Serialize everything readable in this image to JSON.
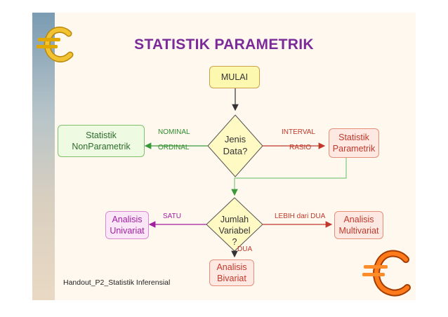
{
  "title": "STATISTIK PARAMETRIK",
  "footer": "Handout_P2_Statistik Inferensial",
  "nodes": {
    "start": "MULAI",
    "decision1": "Jenis\nData?",
    "nonparametric": "Statistik\nNonParametrik",
    "parametric": "Statistik\nParametrik",
    "decision2": "Jumlah\nVariabel\n?",
    "univariate": "Analisis\nUnivariat",
    "multivariate": "Analisis\nMultivariat",
    "bivariate": "Analisis\nBivariat"
  },
  "edge_labels": {
    "nominal": "NOMINAL",
    "ordinal": "ORDINAL",
    "interval": "INTERVAL",
    "ratio": "RASIO",
    "one": "SATU",
    "more_than_two": "LEBIH dari DUA",
    "two": "DUA"
  },
  "colors": {
    "title": "#7b2a9a",
    "parametric_accent": "#c0392b",
    "nonparametric_accent": "#2e8b2e",
    "univariate_accent": "#a020a0",
    "start_fill": "#fcf8b0",
    "connector": "#7fc87f"
  },
  "icons": [
    "euro-sign-icon-top-left",
    "euro-sign-icon-bottom-right"
  ]
}
